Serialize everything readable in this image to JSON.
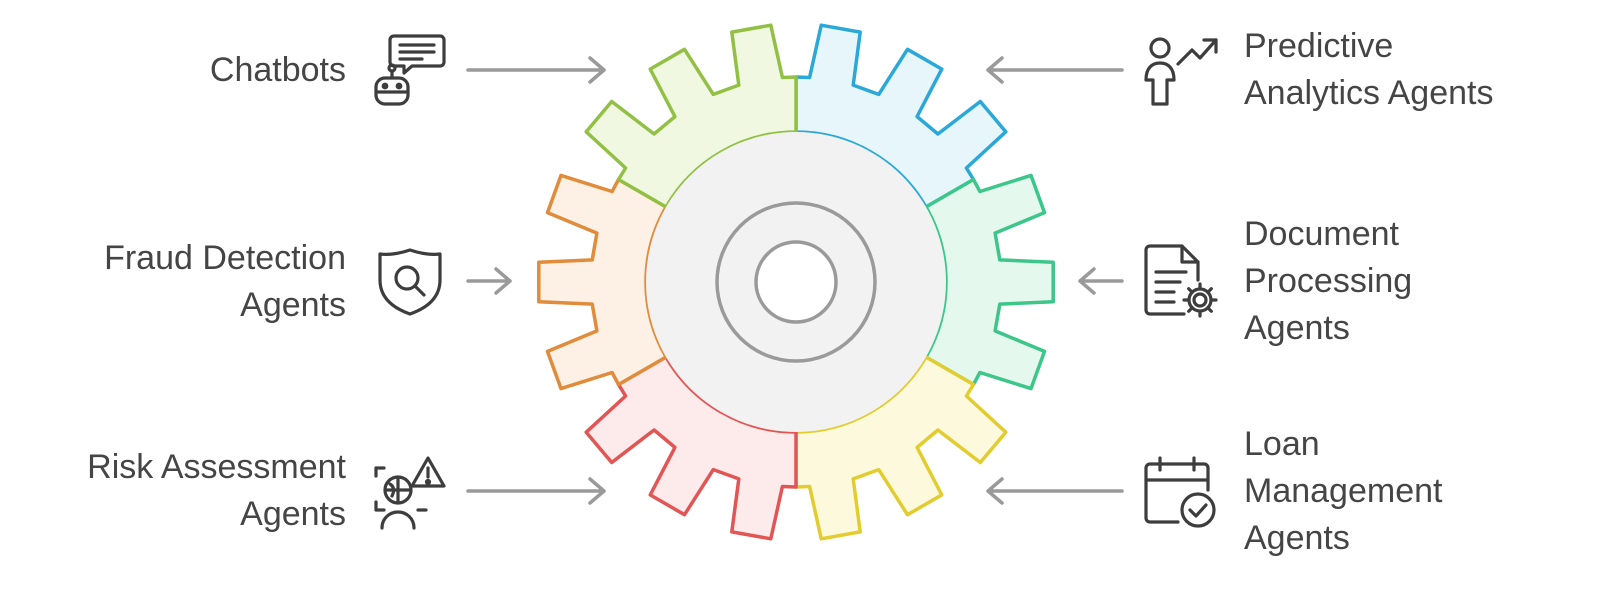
{
  "diagram": {
    "left_items": [
      {
        "id": "chatbots",
        "lines": [
          "Chatbots"
        ],
        "icon": "chatbot-icon"
      },
      {
        "id": "fraud-detection",
        "lines": [
          "Fraud Detection",
          "Agents"
        ],
        "icon": "shield-search-icon"
      },
      {
        "id": "risk-assessment",
        "lines": [
          "Risk Assessment",
          "Agents"
        ],
        "icon": "risk-alert-icon"
      }
    ],
    "right_items": [
      {
        "id": "predictive-analytics",
        "lines": [
          "Predictive",
          "Analytics Agents"
        ],
        "icon": "person-trend-icon"
      },
      {
        "id": "document-processing",
        "lines": [
          "Document",
          "Processing",
          "Agents"
        ],
        "icon": "document-gear-icon"
      },
      {
        "id": "loan-management",
        "lines": [
          "Loan",
          "Management",
          "Agents"
        ],
        "icon": "calendar-check-icon"
      }
    ],
    "gear_segments": [
      {
        "id": "chatbots",
        "stroke": "#2aa8d8",
        "fill": "#e6f6fb"
      },
      {
        "id": "predictive-analytics",
        "stroke": "#3cc68a",
        "fill": "#e4f8ee"
      },
      {
        "id": "document-processing",
        "stroke": "#e2cc2e",
        "fill": "#fdf9dc"
      },
      {
        "id": "loan-management",
        "stroke": "#e25555",
        "fill": "#fdeaea"
      },
      {
        "id": "risk-assessment",
        "stroke": "#e08c3a",
        "fill": "#fdf0e4"
      },
      {
        "id": "fraud-detection",
        "stroke": "#92c044",
        "fill": "#f1f8e2"
      }
    ],
    "colors": {
      "text": "#454545",
      "icon": "#3d3d3d",
      "arrow": "#9a9a9a",
      "hub_fill": "#f2f2f2",
      "hub_stroke": "#9a9a9a"
    }
  }
}
